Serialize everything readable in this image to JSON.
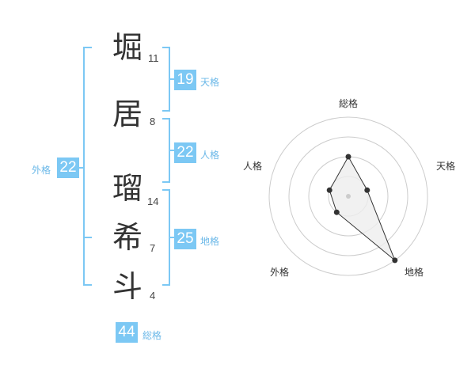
{
  "name_chars": [
    {
      "char": "堀",
      "strokes": "11"
    },
    {
      "char": "居",
      "strokes": "8"
    },
    {
      "char": "瑠",
      "strokes": "14"
    },
    {
      "char": "希",
      "strokes": "7"
    },
    {
      "char": "斗",
      "strokes": "4"
    }
  ],
  "fortunes": {
    "tenkaku": {
      "value": "19",
      "label": "天格"
    },
    "jinkaku": {
      "value": "22",
      "label": "人格"
    },
    "chikaku": {
      "value": "25",
      "label": "地格"
    },
    "gaikaku": {
      "value": "22",
      "label": "外格"
    },
    "soukaku": {
      "value": "44",
      "label": "総格"
    }
  },
  "colors": {
    "accent": "#7cc8f4",
    "bracket": "#7cc8f4",
    "radar_fill": "#eeeeee"
  },
  "chart_data": {
    "type": "radar",
    "axes": [
      "総格",
      "天格",
      "地格",
      "外格",
      "人格"
    ],
    "levels": 4,
    "values": [
      2,
      1,
      4,
      1,
      1
    ]
  }
}
